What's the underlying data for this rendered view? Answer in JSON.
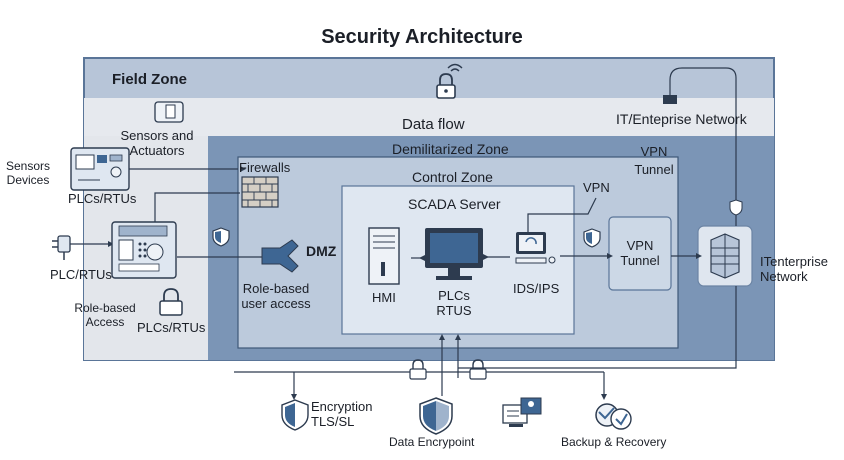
{
  "title": "Security Architecture",
  "zones": {
    "field": "Field Zone",
    "data_flow": "Data flow",
    "it_network": "IT/Enteprise Network",
    "dmz": "Demilitarized Zone",
    "control": "Control Zone"
  },
  "field_labels": {
    "sensors_actuators": "Sensors and\nActuators",
    "sensors_devices": "Sensors\nDevices",
    "plcs_rtus_top": "PLCs/RTUs",
    "plc_rtus_left": "PLC/RTUs",
    "role_based_access": "Role-based\nAccess",
    "plcs_rtus_bottom": "PLCs/RTUs"
  },
  "dmz_labels": {
    "firewalls": "Firewalls",
    "dmz": "DMZ",
    "role_based_user": "Role-based\nuser access",
    "vpn_tunnel_outer": "VPN\nTunnel"
  },
  "control_labels": {
    "scada_server": "SCADA Server",
    "vpn": "VPN",
    "hmi": "HMI",
    "plcs_rtus": "PLCs\nRTUS",
    "ids_ips": "IDS/IPS",
    "vpn_tunnel": "VPN\nTunnel"
  },
  "enterprise": "ITenterprise\nNetwork",
  "bottom": {
    "encryption": "Encryption\nTLS/SL",
    "data_encryption": "Data Encrypoint",
    "backup": "Backup & Recovery"
  },
  "colors": {
    "field_band": "#b7c5d8",
    "outer_frame": "#5a7598",
    "dmz_fill": "#7b95b6",
    "control_fill": "#bccadc",
    "inner_fill": "#dfe7f1",
    "accent_blue": "#3e6693",
    "dark": "#2d3b4f"
  }
}
